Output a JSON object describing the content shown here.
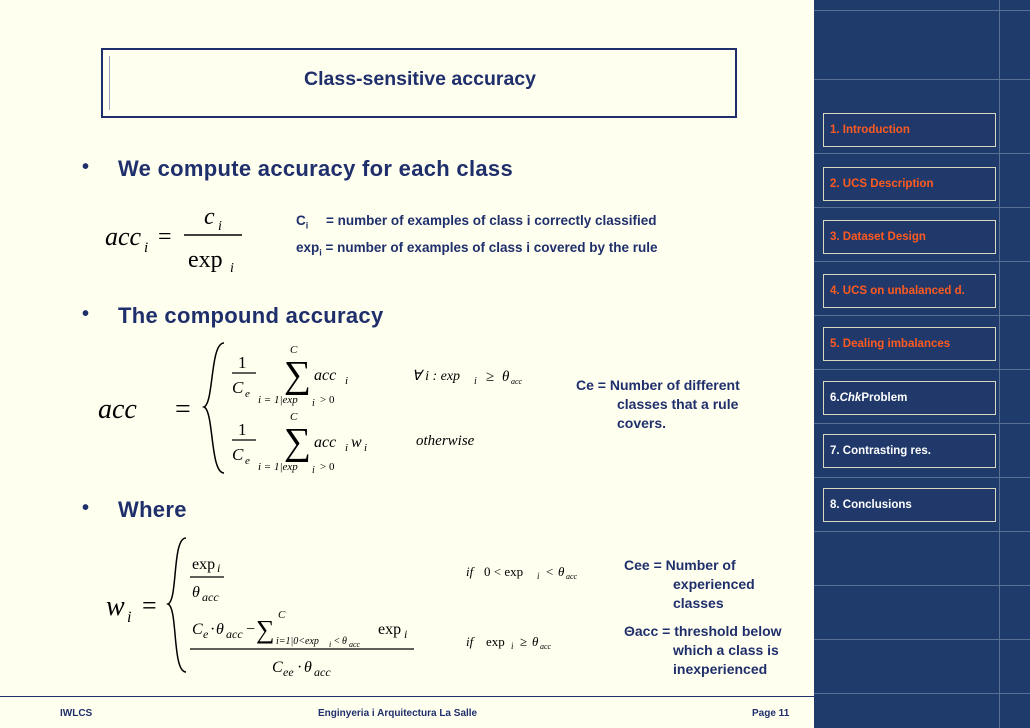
{
  "title": "Class-sensitive accuracy",
  "bullets": {
    "b1": "We compute accuracy for each class",
    "b2": "The compound accuracy",
    "b3": "Where"
  },
  "bullet_symbol": "•",
  "defs": {
    "ci_sym": "C",
    "ci_sub": "i",
    "ci_text": "= number of examples of class i correctly classified",
    "expi_sym": "exp",
    "expi_sub": "i",
    "expi_text": "= number of examples of class i covered by the rule"
  },
  "notes": {
    "ce_head": "Ce = Number of different",
    "ce_l2": "classes that a rule",
    "ce_l3": "covers.",
    "cee_head": "Cee = Number of",
    "cee_l2": "experienced",
    "cee_l3": "classes",
    "theta_head": "Θacc = threshold below",
    "theta_l2": "which a class is",
    "theta_l3": "inexperienced"
  },
  "math": {
    "otherwise": "otherwise"
  },
  "nav": [
    {
      "label": "1. Introduction",
      "active": true
    },
    {
      "label": "2. UCS Description",
      "active": true
    },
    {
      "label": "3. Dataset Design",
      "active": true
    },
    {
      "label": "4. UCS on unbalanced d.",
      "active": true
    },
    {
      "label": "5. Dealing imbalances",
      "active": true
    },
    {
      "label_pre": "6. ",
      "label_em": "Chk",
      "label_post": " Problem",
      "active": false
    },
    {
      "label": "7. Contrasting res.",
      "active": false
    },
    {
      "label": "8. Conclusions",
      "active": false
    }
  ],
  "footer": {
    "left": "IWLCS",
    "center": "Enginyeria i Arquitectura La Salle",
    "right": "Page 11"
  },
  "colors": {
    "background": "#fffff0",
    "text": "#1f2f6b",
    "sidebar": "#1f3b6b",
    "active_nav": "#ff5a1f"
  }
}
